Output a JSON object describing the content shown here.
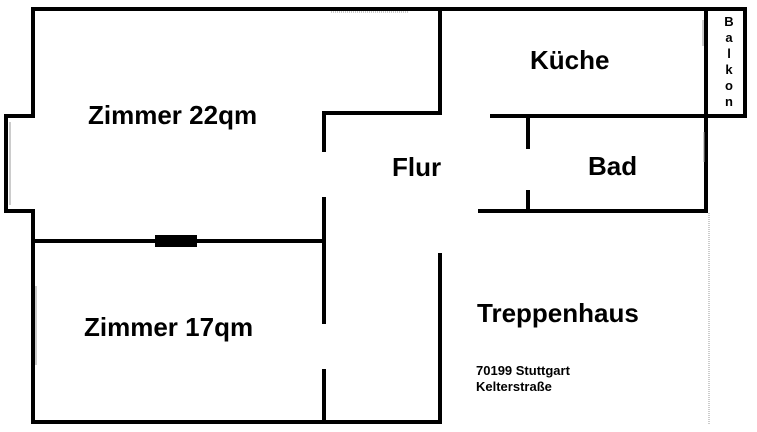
{
  "floorplan": {
    "rooms": {
      "zimmer_22": "Zimmer 22qm",
      "zimmer_17": "Zimmer 17qm",
      "kueche": "Küche",
      "bad": "Bad",
      "flur": "Flur",
      "treppenhaus": "Treppenhaus",
      "balkon_letters": [
        "B",
        "a",
        "l",
        "k",
        "o",
        "n"
      ]
    },
    "address": {
      "line1": "70199 Stuttgart",
      "line2": "Kelterstraße"
    },
    "colors": {
      "wall": "#000000",
      "window": "#9a9a9a",
      "background": "#ffffff"
    }
  }
}
